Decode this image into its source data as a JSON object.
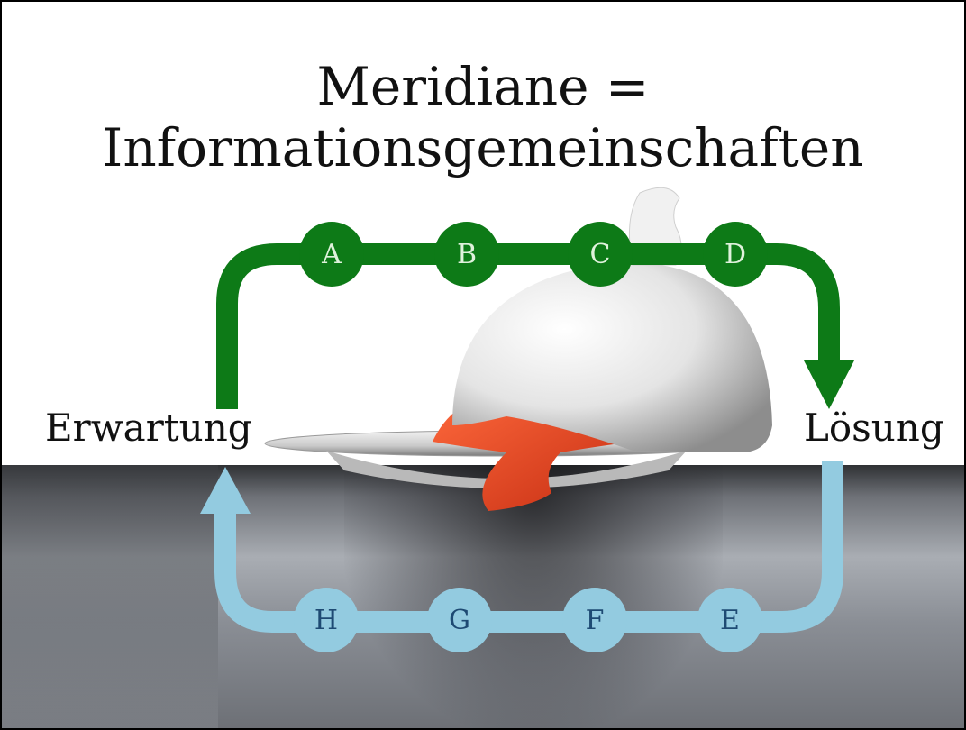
{
  "title": "Meridiane = Informationsgemeinschaften",
  "labels": {
    "start": "Erwartung",
    "end": "Lösung"
  },
  "upper_path": {
    "color": "#0d7a17",
    "nodes": [
      "A",
      "B",
      "C",
      "D"
    ]
  },
  "lower_path": {
    "color": "#93cbe0",
    "nodes": [
      "E",
      "F",
      "G",
      "H"
    ]
  }
}
